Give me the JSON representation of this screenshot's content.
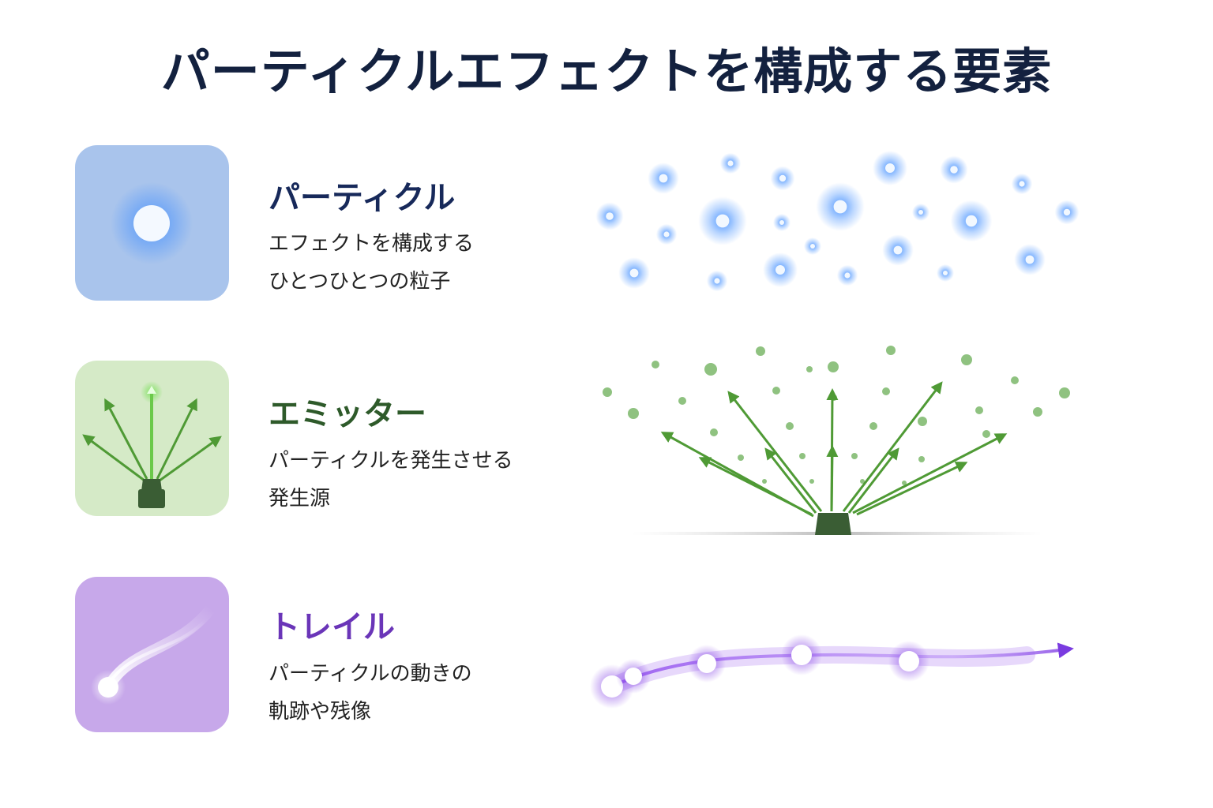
{
  "title": "パーティクルエフェクトを構成する要素",
  "colors": {
    "title": "#13213f",
    "particle_heading": "#17295a",
    "emitter_heading": "#2e5a2a",
    "trail_heading": "#6a35b8",
    "particle_glow": "#3d8cff",
    "emitter_green": "#4f9a35",
    "emitter_base": "#3a5d34",
    "trail_purple": "#8a4ce6"
  },
  "sections": [
    {
      "id": "particle",
      "heading": "パーティクル",
      "desc_line1": "エフェクトを構成する",
      "desc_line2": "ひとつひとつの粒子",
      "icon": "glowing-dot-icon"
    },
    {
      "id": "emitter",
      "heading": "エミッター",
      "desc_line1": "パーティクルを発生させる",
      "desc_line2": "発生源",
      "icon": "emitter-arrows-icon"
    },
    {
      "id": "trail",
      "heading": "トレイル",
      "desc_line1": "パーティクルの動きの",
      "desc_line2": "軌跡や残像",
      "icon": "comet-trail-icon"
    }
  ]
}
